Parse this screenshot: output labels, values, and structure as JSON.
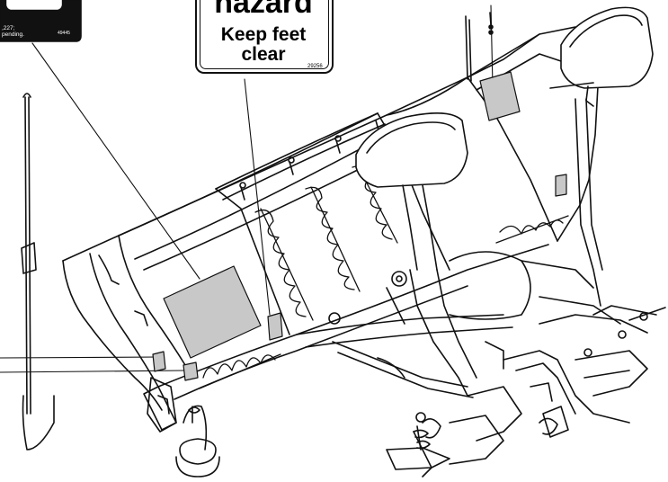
{
  "decals": {
    "warning_label": {
      "word": "hazard",
      "line1": "Keep feet",
      "line2": "clear",
      "code": "29256"
    },
    "patent_label": {
      "line1": ",227;",
      "line2": "pending.",
      "code": "49445"
    }
  },
  "colors": {
    "ink": "#111111",
    "decal_fill": "#c8c8c8",
    "background": "#ffffff",
    "label_dark": "#111111"
  }
}
